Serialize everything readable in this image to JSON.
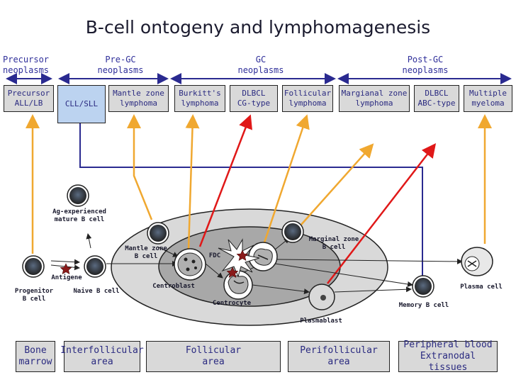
{
  "title": "B-cell ontogeny and lymphomagenesis",
  "headers": {
    "precursor": "Precursor\nneoplasms",
    "pre_gc": "Pre-GC\nneoplasms",
    "gc": "GC\nneoplasms",
    "post_gc": "Post-GC\nneoplasms"
  },
  "neoplasms": [
    "Precursor\nALL/LB",
    "CLL/SLL",
    "Mantle zone\nlymphoma",
    "Burkitt's\nlymphoma",
    "DLBCL\nCG-type",
    "Follicular\nlymphoma",
    "Margianal zone\nlymphoma",
    "DLBCL\nABC-type",
    "Multiple\nmyeloma"
  ],
  "cells": {
    "ag_experienced": "Ag-experienced\nmature B cell",
    "mantle_zone": "Mantle zone\nB cell",
    "fdc": "FDC",
    "marginal_zone": "Marginal zone\nB cell",
    "antigene": "Antigene",
    "progenitor": "Progenitor\nB cell",
    "naive": "Naive B cell",
    "centroblast": "Centroblast",
    "centrocyte": "Centrocyte",
    "plasmablast": "Plasmablast",
    "memory": "Memory B cell",
    "plasma": "Plasma cell"
  },
  "areas": [
    "Bone\nmarrow",
    "Interfollicular\narea",
    "Follicular\narea",
    "Perifollicular\narea",
    "Peripheral blood\nExtranodal tissues"
  ],
  "colors": {
    "orange_arrow": "#f0a830",
    "red_arrow": "#e01818",
    "blue_line": "#2a2a90",
    "header_text": "#2f2f9a",
    "box_fill": "#d9d9d9",
    "cll_fill": "#bcd3f0"
  }
}
